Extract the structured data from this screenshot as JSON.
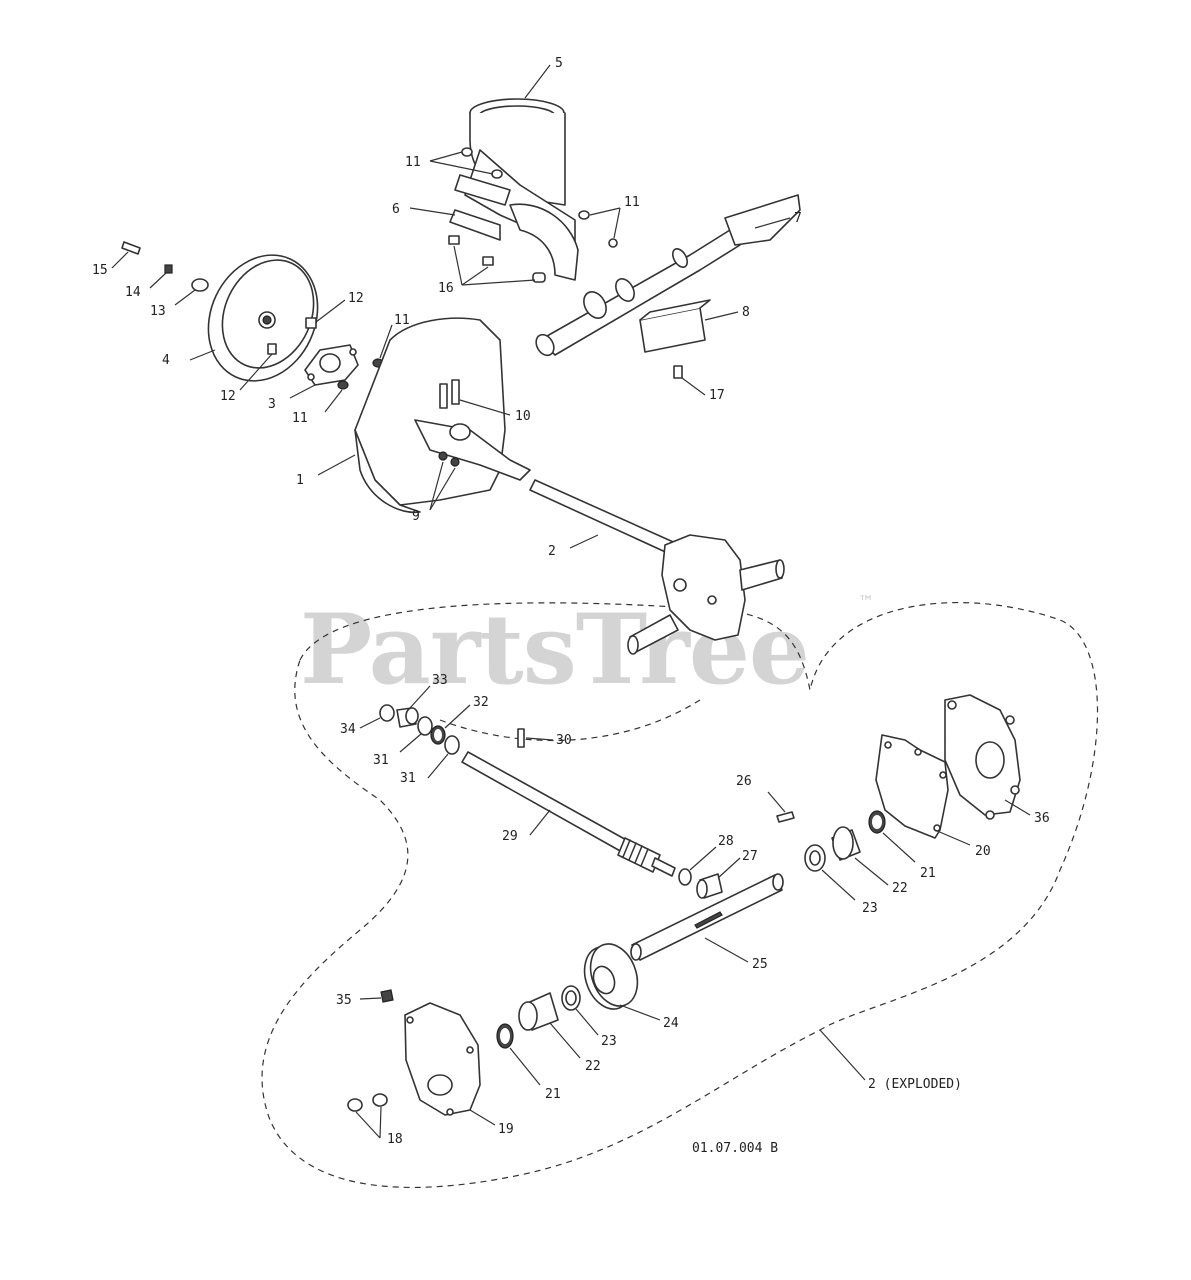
{
  "watermark": {
    "text": "PartsTree",
    "mark": "™"
  },
  "drawing_code": "01.07.004 B",
  "labels": {
    "p1": "1",
    "p2": "2",
    "p2_exploded": "2 (EXPLODED)",
    "p3": "3",
    "p4": "4",
    "p5": "5",
    "p6": "6",
    "p7": "7",
    "p8": "8",
    "p9": "9",
    "p10": "10",
    "p11a": "11",
    "p11b": "11",
    "p11c": "11",
    "p11d": "11",
    "p12a": "12",
    "p12b": "12",
    "p13": "13",
    "p14": "14",
    "p15": "15",
    "p16": "16",
    "p17": "17",
    "p18": "18",
    "p19": "19",
    "p20": "20",
    "p21a": "21",
    "p21b": "21",
    "p22a": "22",
    "p22b": "22",
    "p23a": "23",
    "p23b": "23",
    "p24": "24",
    "p25": "25",
    "p26": "26",
    "p27": "27",
    "p28": "28",
    "p29": "29",
    "p30": "30",
    "p31a": "31",
    "p31b": "31",
    "p32": "32",
    "p33": "33",
    "p34": "34",
    "p35": "35",
    "p36": "36"
  }
}
